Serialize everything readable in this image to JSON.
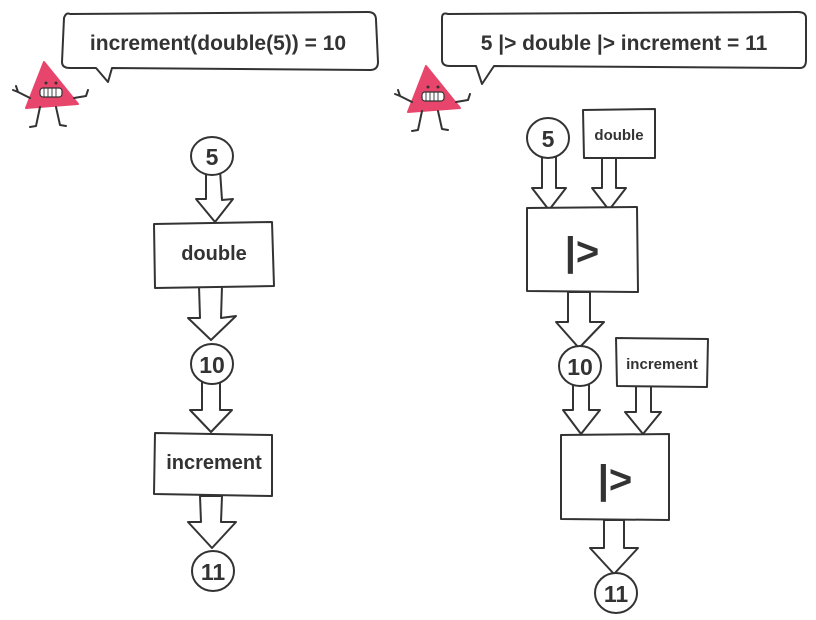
{
  "colors": {
    "ink": "#333333",
    "mascot": "#e8456c"
  },
  "left_panel": {
    "caption": "increment(double(5)) = 10",
    "nodes": {
      "input": "5",
      "fn1": "double",
      "mid": "10",
      "fn2": "increment",
      "output": "11"
    }
  },
  "right_panel": {
    "caption": "5 |> double |> increment = 11",
    "nodes": {
      "input": "5",
      "fn1": "double",
      "pipe1": "|>",
      "mid": "10",
      "fn2": "increment",
      "pipe2": "|>",
      "output": "11"
    }
  },
  "icons": {
    "mascot": "pink-triangle-mascot-icon"
  }
}
